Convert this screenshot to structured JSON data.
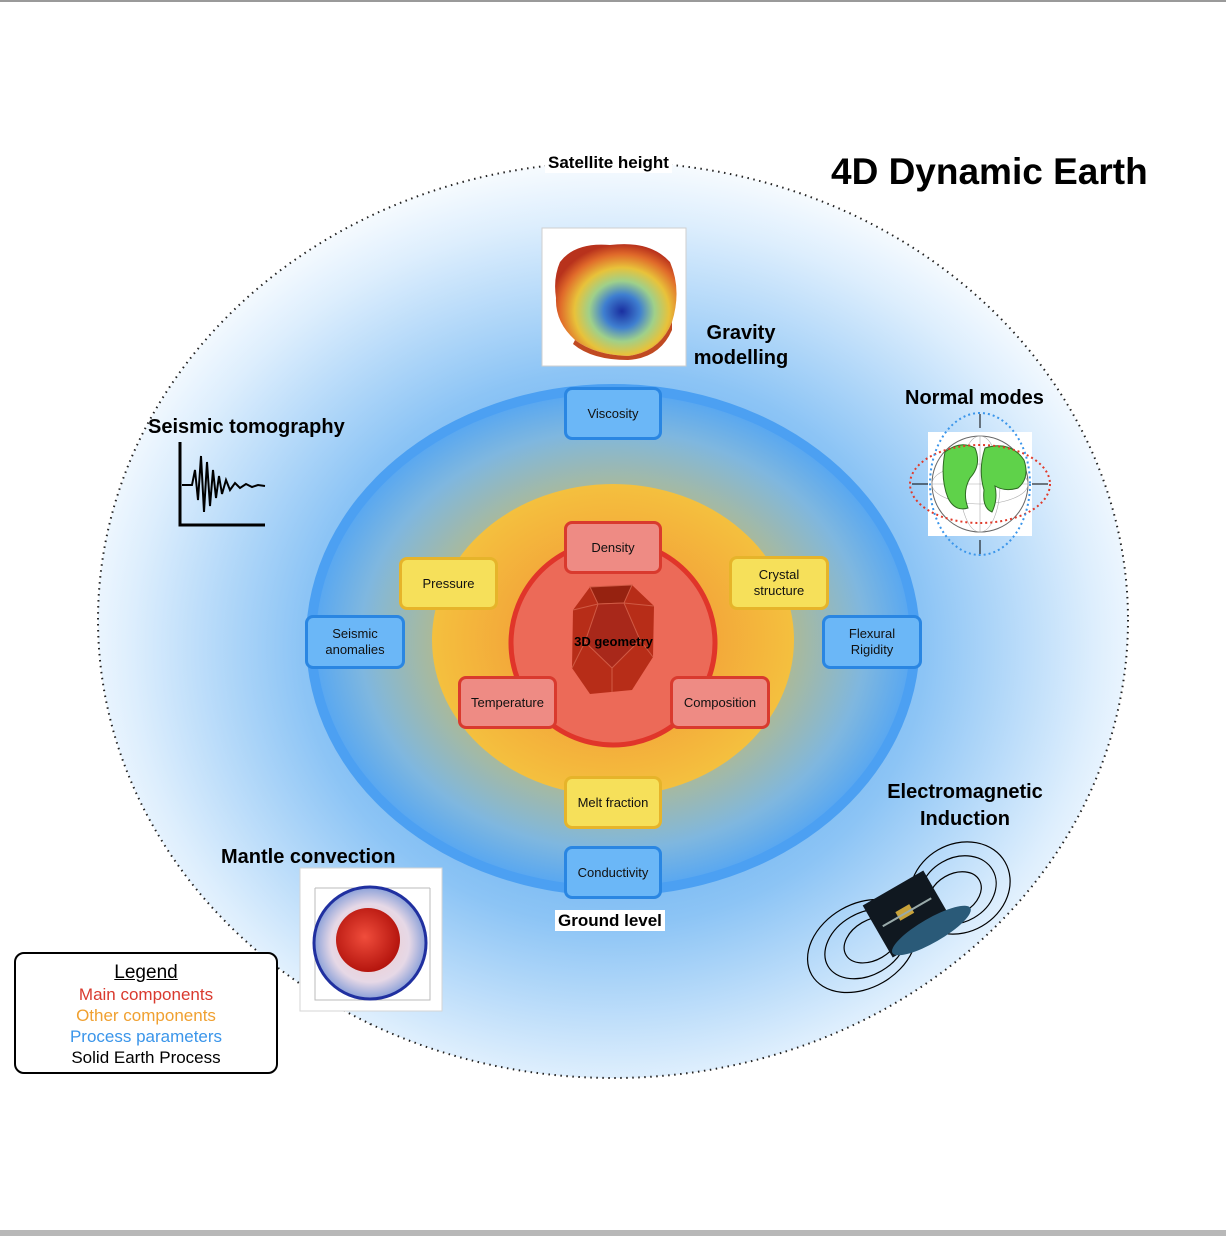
{
  "title": "4D Dynamic Earth",
  "boundary_labels": {
    "satellite": "Satellite height",
    "ground": "Ground level"
  },
  "center_label": "3D geometry",
  "main_components": [
    "Density",
    "Temperature",
    "Composition"
  ],
  "other_components": [
    "Pressure",
    "Crystal structure",
    "Melt fraction"
  ],
  "process_parameters": [
    "Viscosity",
    "Seismic anomalies",
    "Flexural Rigidity",
    "Conductivity"
  ],
  "processes": {
    "gravity": "Gravity modelling",
    "normal_modes": "Normal modes",
    "seismic": "Seismic tomography",
    "mantle": "Mantle convection",
    "em": "Electromagnetic Induction"
  },
  "legend": {
    "title": "Legend",
    "main": "Main components",
    "other": "Other components",
    "process": "Process parameters",
    "solid": "Solid Earth Process"
  },
  "colors": {
    "main": "#d93a2e",
    "other": "#f0a030",
    "process": "#3a95ea",
    "solid": "#000000"
  },
  "icons": [
    "gravity-geoid-image",
    "normal-modes-globe-image",
    "seismogram-icon",
    "mantle-convection-image",
    "magnetic-field-satellite-image",
    "dodecahedron-icon"
  ]
}
